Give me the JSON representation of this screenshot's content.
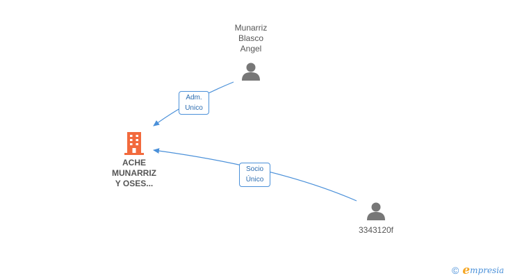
{
  "nodes": {
    "company": {
      "label": "ACHE\nMUNARRIZ\nY OSES...",
      "icon": "building-icon",
      "color": "#f26a3d"
    },
    "person_munarriz": {
      "label": "Munarriz\nBlasco\nAngel",
      "icon": "person-icon",
      "color": "#777777"
    },
    "person_3343120f": {
      "label": "3343120f",
      "icon": "person-icon",
      "color": "#777777"
    }
  },
  "edges": {
    "adm_unico": {
      "label": "Adm.\nUnico",
      "from": "Munarriz Blasco Angel",
      "to": "ACHE MUNARRIZ Y OSES..."
    },
    "socio_unico": {
      "label": "Socio\nÚnico",
      "from": "3343120f",
      "to": "ACHE MUNARRIZ Y OSES..."
    }
  },
  "colors": {
    "edge": "#4a90d9",
    "person": "#777777",
    "company": "#f26a3d",
    "brand_blue": "#4a90d9",
    "brand_orange": "#f5a623"
  },
  "brand": {
    "copyright": "©",
    "first_letter": "e",
    "rest": "mpresia"
  }
}
